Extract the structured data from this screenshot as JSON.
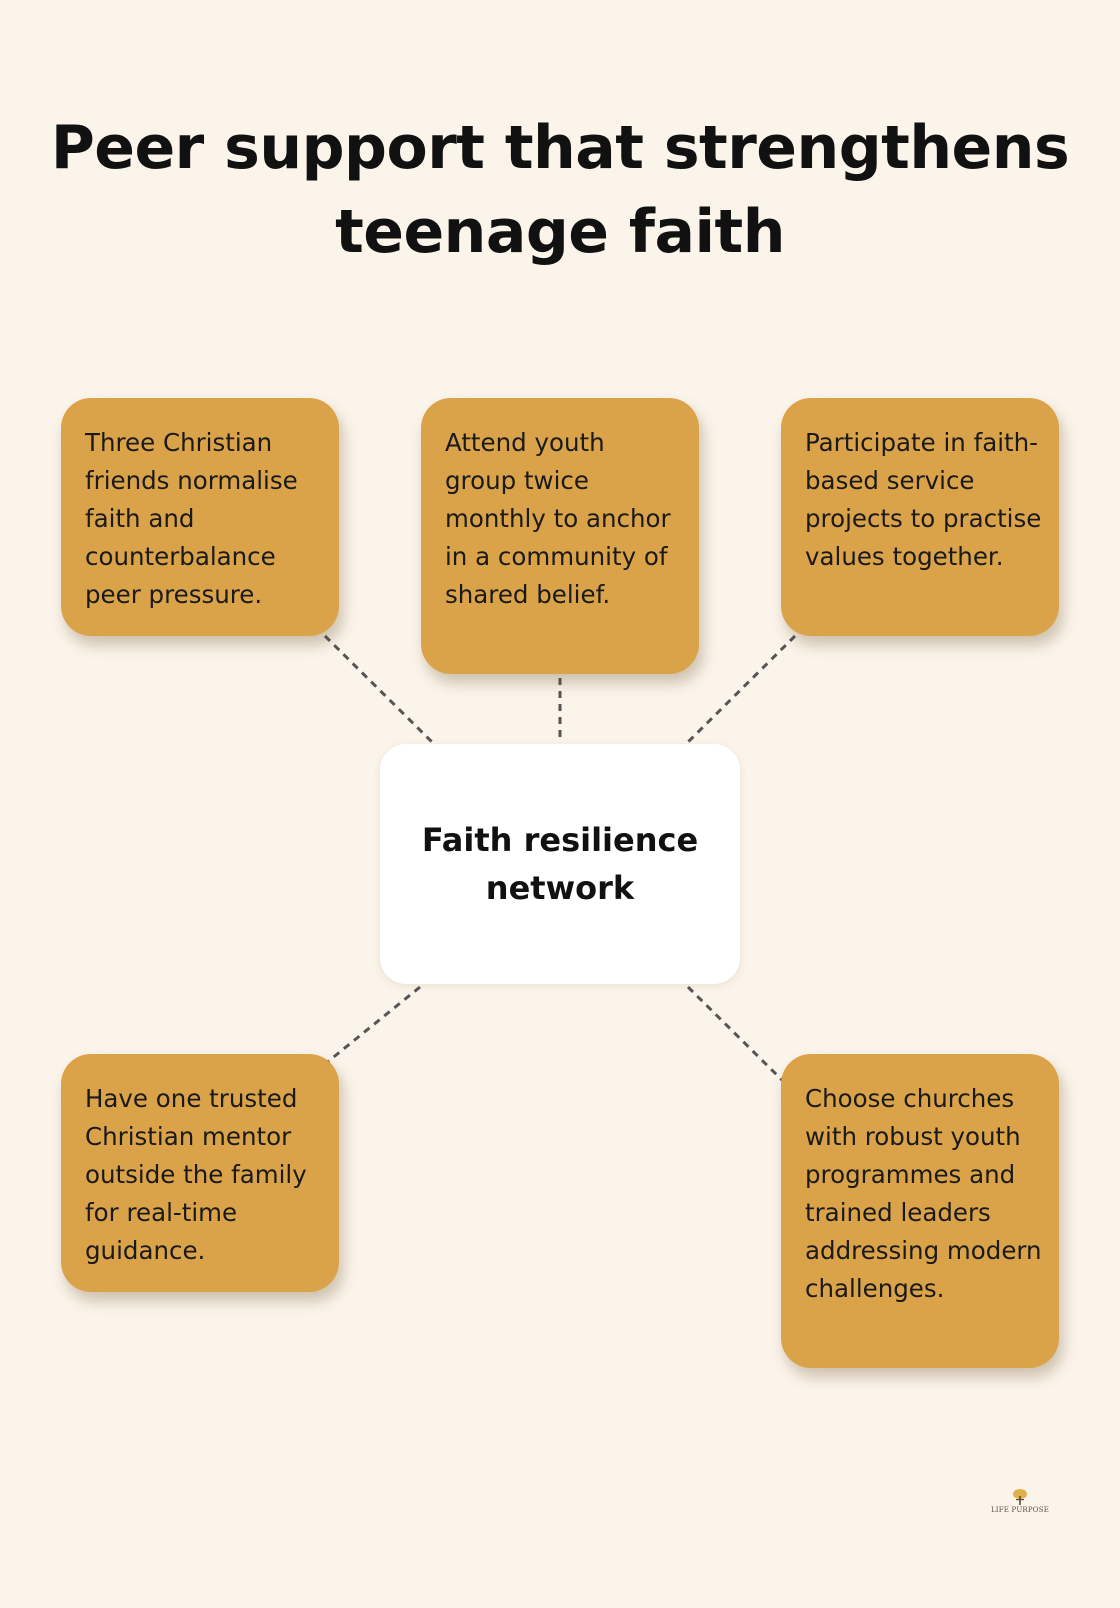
{
  "title": {
    "line1": "Peer support that strengthens",
    "line2": "teenage faith"
  },
  "center": {
    "label": "Faith resilience network"
  },
  "cards": [
    {
      "text": "Three Christian friends normalise faith and counterbalance peer pressure."
    },
    {
      "text": "Attend youth group twice monthly to anchor in a community of shared belief."
    },
    {
      "text": "Participate in faith-based service projects to practise values together."
    },
    {
      "text": "Have one trusted Christian mentor outside the family for real-time guidance."
    },
    {
      "text": "Choose churches with robust youth programmes and trained leaders addressing modern challenges."
    }
  ],
  "logo": {
    "text": "LIFE PURPOSE"
  },
  "colors": {
    "background": "#fbf4ea",
    "card": "#dba349",
    "center_box": "#ffffff",
    "connector": "#555555",
    "text": "#111111"
  },
  "icons": {
    "logo": "tree-icon"
  }
}
